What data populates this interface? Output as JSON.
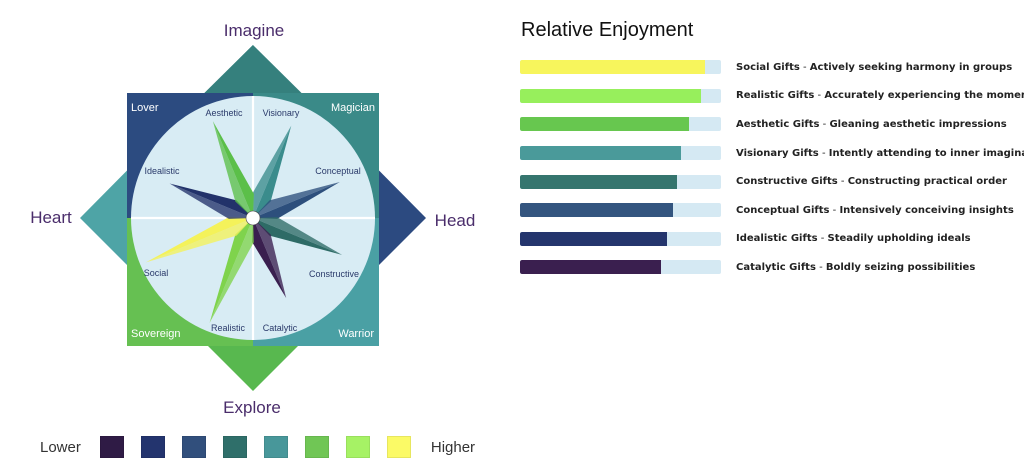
{
  "chart_data": [
    {
      "type": "radar",
      "axes": {
        "top": "Imagine",
        "bottom": "Explore",
        "left": "Heart",
        "right": "Head"
      },
      "quadrants": {
        "top_left": "Lover",
        "top_right": "Magician",
        "bottom_left": "Sovereign",
        "bottom_right": "Warrior"
      },
      "spokes": [
        {
          "label": "Visionary",
          "angle_deg": 22.5,
          "value": 0.82,
          "color": "#3a8c8c"
        },
        {
          "label": "Conceptual",
          "angle_deg": 67.5,
          "value": 0.77,
          "color": "#2d4f7c"
        },
        {
          "label": "Constructive",
          "angle_deg": 112.5,
          "value": 0.79,
          "color": "#2e6b66"
        },
        {
          "label": "Catalytic",
          "angle_deg": 157.5,
          "value": 0.71,
          "color": "#3a1f4f"
        },
        {
          "label": "Realistic",
          "angle_deg": 202.5,
          "value": 0.93,
          "color": "#7fd34c"
        },
        {
          "label": "Social",
          "angle_deg": 247.5,
          "value": 0.95,
          "color": "#f4f25a"
        },
        {
          "label": "Idealistic",
          "angle_deg": 292.5,
          "value": 0.74,
          "color": "#22326a"
        },
        {
          "label": "Aesthetic",
          "angle_deg": 337.5,
          "value": 0.86,
          "color": "#5bbf49"
        }
      ],
      "color_scale": {
        "low_label": "Lower",
        "high_label": "Higher",
        "colors": [
          "#2f1b45",
          "#23346e",
          "#314f7c",
          "#2f6f6a",
          "#48979a",
          "#70c655",
          "#a6f265",
          "#fbfa66"
        ]
      }
    },
    {
      "type": "bar",
      "title": "Relative Enjoyment",
      "orientation": "horizontal",
      "xlim": [
        0,
        1
      ],
      "categories": [
        "Social Gifts",
        "Realistic Gifts",
        "Aesthetic Gifts",
        "Visionary Gifts",
        "Constructive Gifts",
        "Conceptual Gifts",
        "Idealistic Gifts",
        "Catalytic Gifts"
      ],
      "descriptions": [
        "Actively seeking harmony in groups",
        "Accurately experiencing the moment",
        "Gleaning aesthetic impressions",
        "Intently attending to inner imagination",
        "Constructing practical order",
        "Intensively conceiving insights",
        "Steadily upholding ideals",
        "Boldly seizing possibilities"
      ],
      "values": [
        0.92,
        0.9,
        0.84,
        0.8,
        0.78,
        0.76,
        0.73,
        0.7
      ],
      "colors": [
        "#f7f55c",
        "#97ef5c",
        "#67c74f",
        "#4a9a9a",
        "#35756e",
        "#34557f",
        "#24356d",
        "#3a1f4f"
      ]
    }
  ]
}
